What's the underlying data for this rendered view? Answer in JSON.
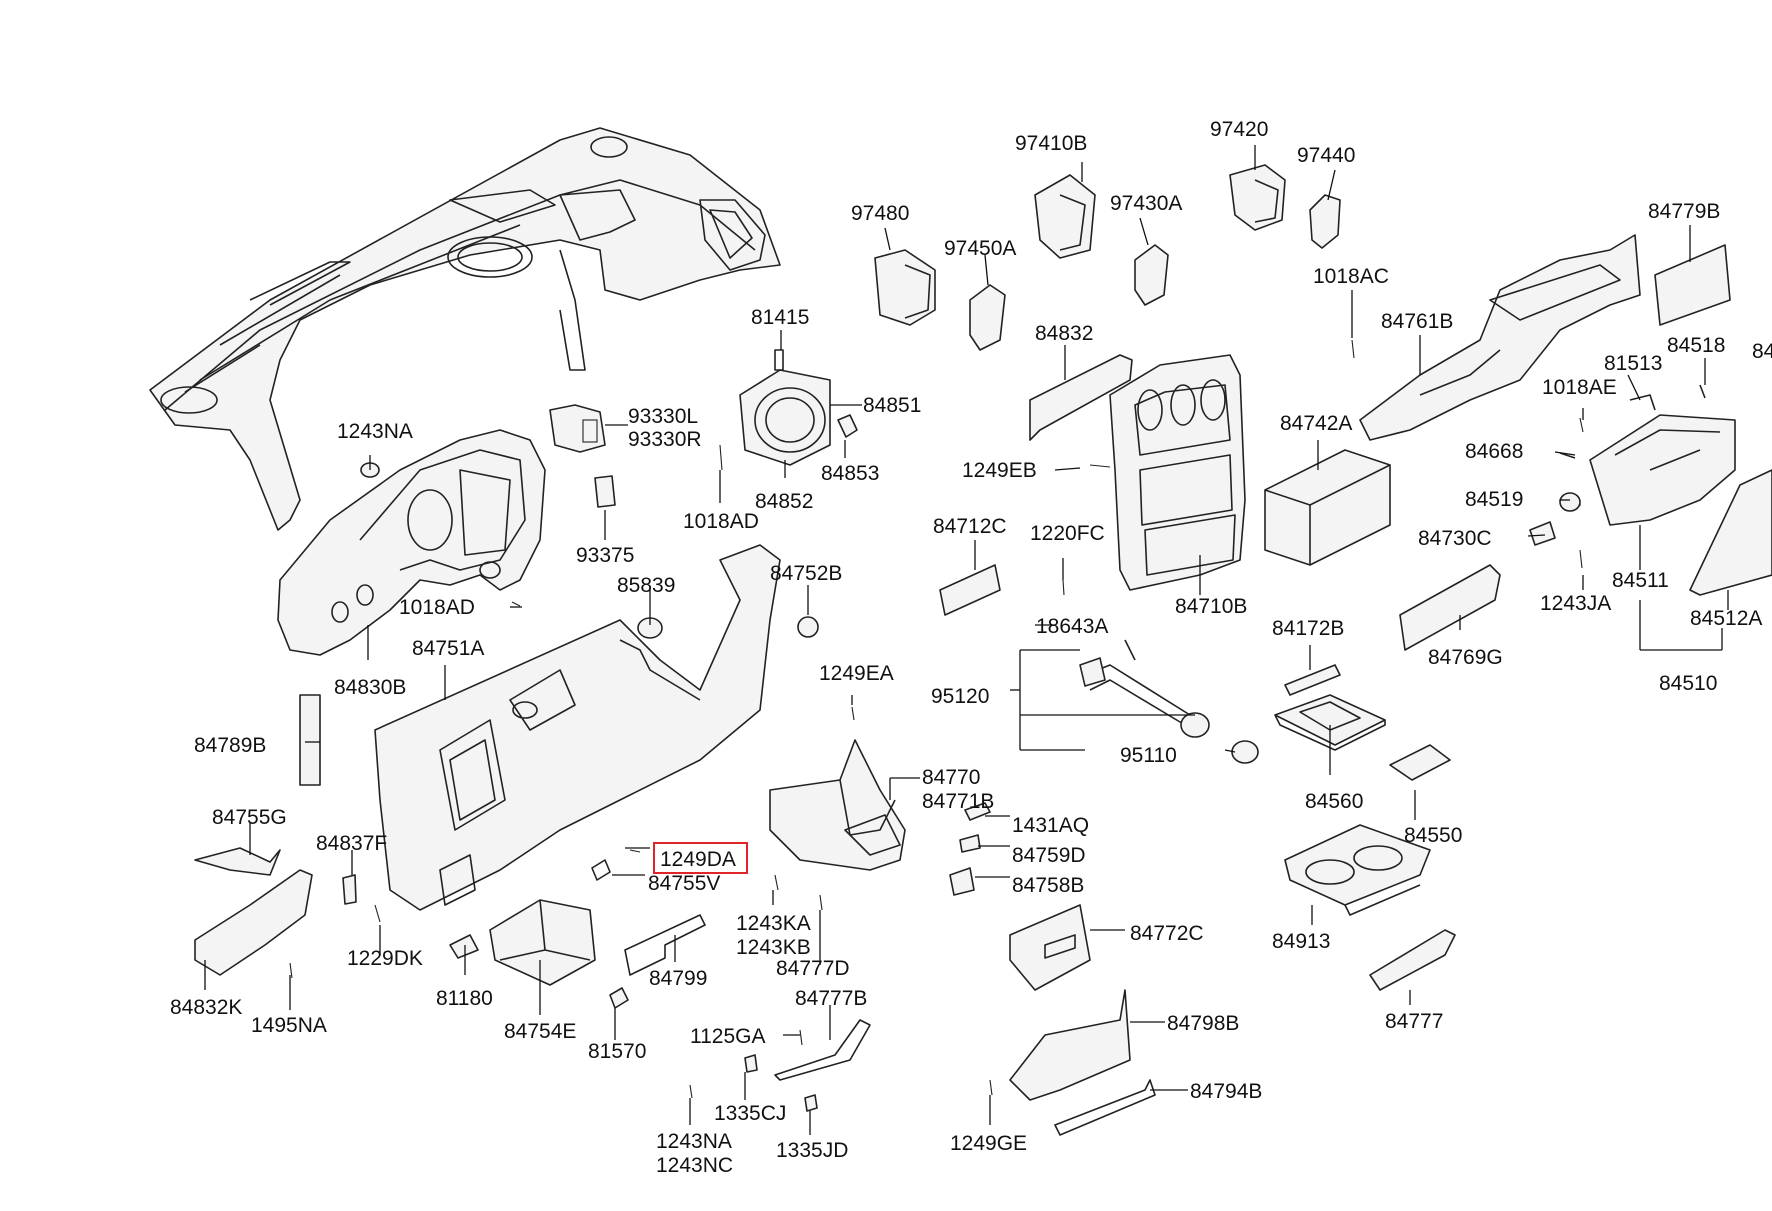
{
  "highlighted_label": "1249DA",
  "highlight_color": "#e0242a",
  "labels": {
    "l97410B": "97410B",
    "l97420": "97420",
    "l97440": "97440",
    "l97480": "97480",
    "l97430A": "97430A",
    "l97450A": "97450A",
    "l84779B": "84779B",
    "l1018AC": "1018AC",
    "l81415": "81415",
    "l84832": "84832",
    "l84761B": "84761B",
    "l84518": "84518",
    "l84_cut": "84",
    "l81513": "81513",
    "l93330L": "93330L",
    "l93330R": "93330R",
    "l84851": "84851",
    "l1018AE": "1018AE",
    "l1243NA_top": "1243NA",
    "l84742A": "84742A",
    "l84853": "84853",
    "l84668": "84668",
    "l1249EB": "1249EB",
    "l84852": "84852",
    "l84519": "84519",
    "l1018AD_top": "1018AD",
    "l84712C": "84712C",
    "l93375": "93375",
    "l84730C": "84730C",
    "l1220FC": "1220FC",
    "l85839": "85839",
    "l84752B": "84752B",
    "l84511": "84511",
    "l1018AD": "1018AD",
    "l84710B": "84710B",
    "l1243JA": "1243JA",
    "l18643A": "18643A",
    "l84172B": "84172B",
    "l84512A": "84512A",
    "l84751A": "84751A",
    "l84769G": "84769G",
    "l84830B": "84830B",
    "l1249EA": "1249EA",
    "l84510": "84510",
    "l95120": "95120",
    "l84789B": "84789B",
    "l95110": "95110",
    "l84770": "84770",
    "l84560": "84560",
    "l84771B": "84771B",
    "l84755G": "84755G",
    "l1431AQ": "1431AQ",
    "l84550": "84550",
    "l84837F": "84837F",
    "l1249DA": "1249DA",
    "l84759D": "84759D",
    "l84755V": "84755V",
    "l84758B": "84758B",
    "l1243KA": "1243KA",
    "l1243KB": "1243KB",
    "l84913": "84913",
    "l1229DK": "1229DK",
    "l84772C": "84772C",
    "l84799": "84799",
    "l84777D": "84777D",
    "l84832K": "84832K",
    "l81180": "81180",
    "l84777B": "84777B",
    "l84777": "84777",
    "l1495NA": "1495NA",
    "l84754E": "84754E",
    "l84798B": "84798B",
    "l1125GA": "1125GA",
    "l81570": "81570",
    "l1335CJ": "1335CJ",
    "l84794B": "84794B",
    "l1243NA": "1243NA",
    "l1335JD": "1335JD",
    "l1249GE": "1249GE",
    "l1243NC": "1243NC"
  }
}
